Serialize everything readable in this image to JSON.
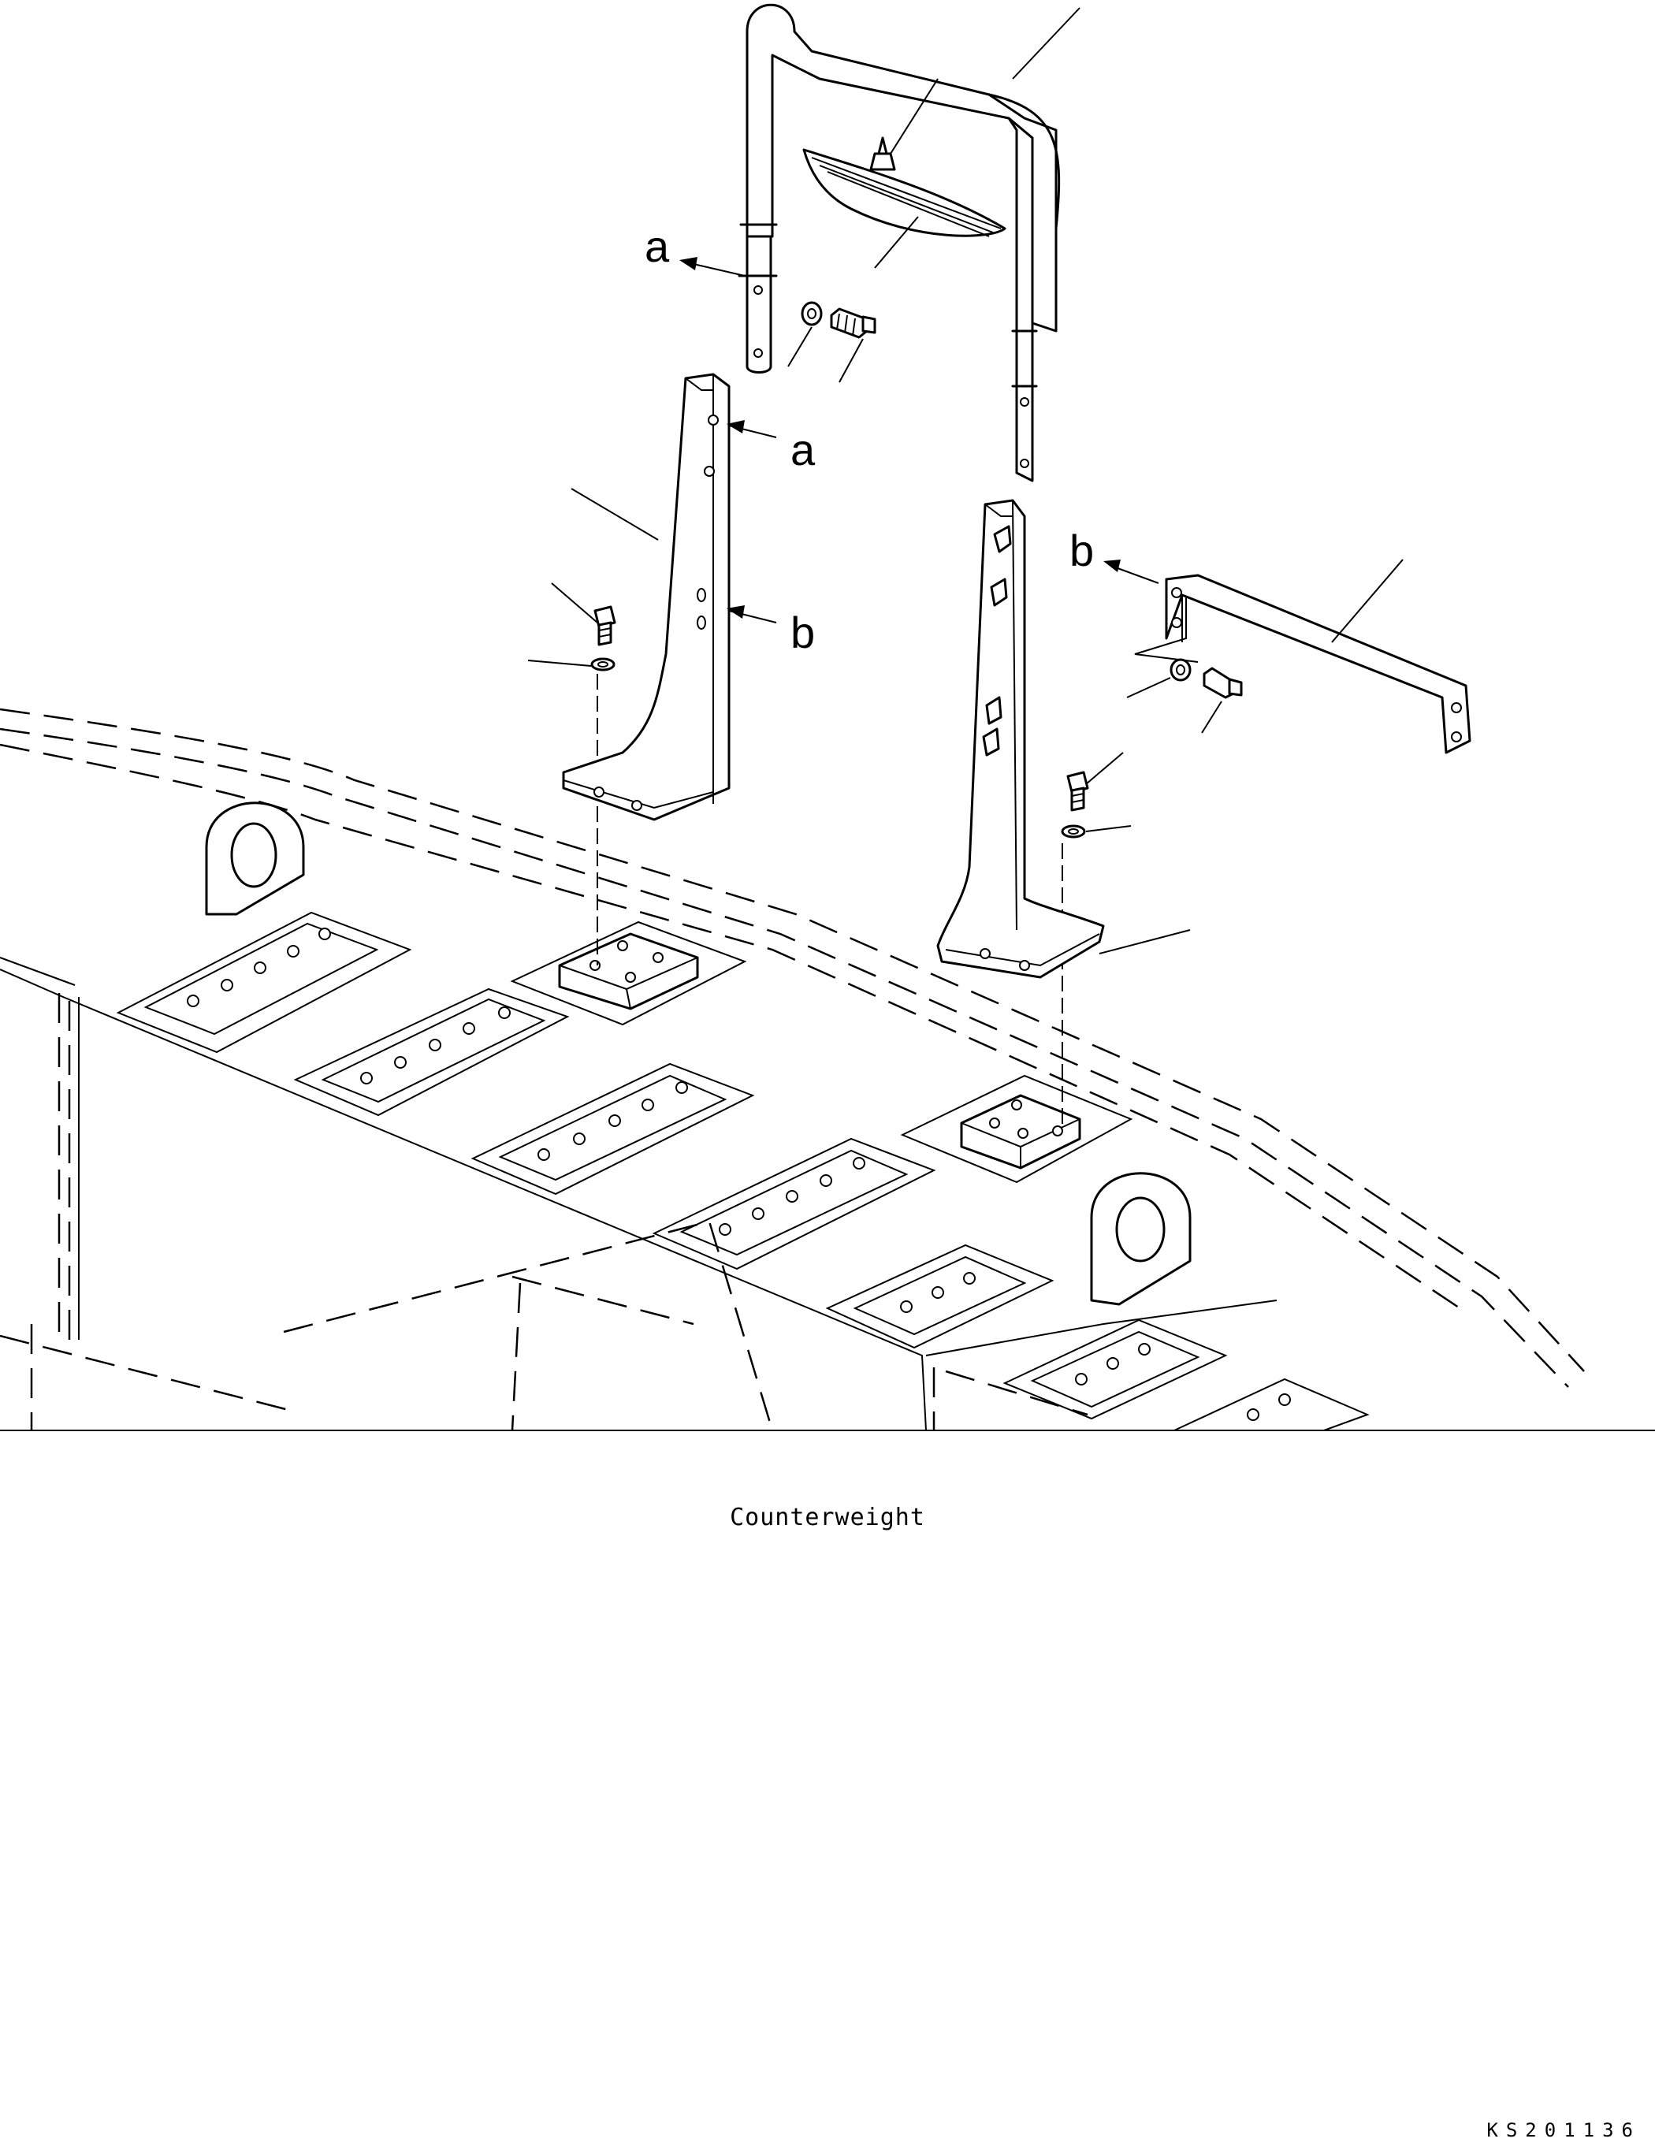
{
  "diagram": {
    "callouts": [
      {
        "id": "a-upper",
        "text": "a"
      },
      {
        "id": "a-lower",
        "text": "a"
      },
      {
        "id": "b-upper",
        "text": "b"
      },
      {
        "id": "b-lower",
        "text": "b"
      }
    ],
    "caption": "Counterweight",
    "drawing_code": "KS201136"
  }
}
